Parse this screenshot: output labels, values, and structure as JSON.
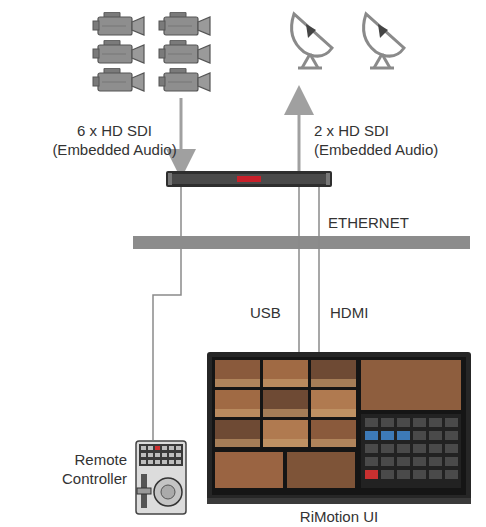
{
  "diagram": {
    "nodes": [
      {
        "text": [
          "ETHERNET"
        ]
      },
      {
        "text": [
          "Remote Controller"
        ]
      },
      {
        "text": [
          "RiMotion UI"
        ]
      }
    ],
    "edges": [
      {
        "from": 0,
        "to": 1,
        "arrow": "none"
      }
    ],
    "labels": [
      "6 x HD SDI (Embedded Audio)",
      "2 x HD SDI (Embedded Audio)",
      "USB",
      "HDMI"
    ]
  }
}
